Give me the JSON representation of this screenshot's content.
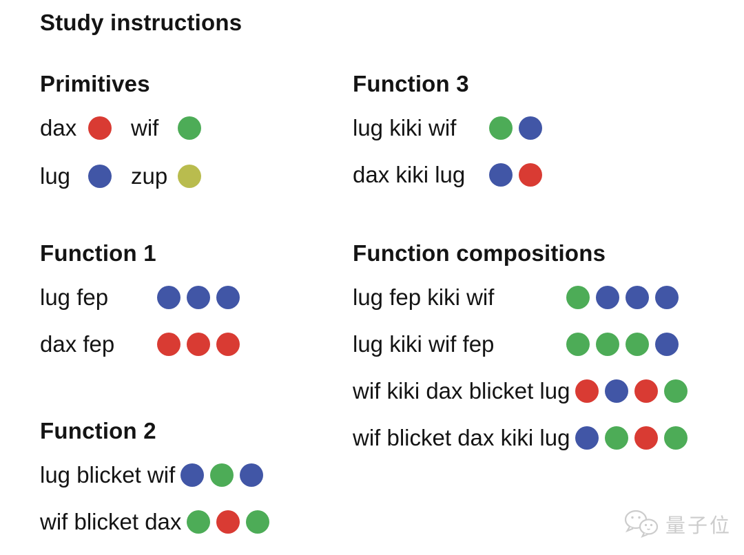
{
  "header": {
    "title": "Study instructions"
  },
  "colors": {
    "red": "#d93b33",
    "green": "#4dac57",
    "blue": "#4156a6",
    "olive": "#b9bc4e",
    "watermark": "#cccccc"
  },
  "sections": {
    "primitives": {
      "heading": "Primitives",
      "pairs": [
        {
          "label": "dax",
          "dot": "red"
        },
        {
          "label": "wif",
          "dot": "green"
        },
        {
          "label": "lug",
          "dot": "blue"
        },
        {
          "label": "zup",
          "dot": "olive"
        }
      ]
    },
    "function1": {
      "heading": "Function 1",
      "rows": [
        {
          "label": "lug fep",
          "dots": [
            "blue",
            "blue",
            "blue"
          ]
        },
        {
          "label": "dax fep",
          "dots": [
            "red",
            "red",
            "red"
          ]
        }
      ]
    },
    "function2": {
      "heading": "Function 2",
      "rows": [
        {
          "label": "lug blicket wif",
          "dots": [
            "blue",
            "green",
            "blue"
          ]
        },
        {
          "label": "wif blicket dax",
          "dots": [
            "green",
            "red",
            "green"
          ]
        }
      ]
    },
    "function3": {
      "heading": "Function 3",
      "rows": [
        {
          "label": "lug kiki wif",
          "dots": [
            "green",
            "blue"
          ]
        },
        {
          "label": "dax kiki lug",
          "dots": [
            "blue",
            "red"
          ]
        }
      ]
    },
    "compositions": {
      "heading": "Function compositions",
      "rows": [
        {
          "label": "lug fep kiki wif",
          "dots": [
            "green",
            "blue",
            "blue",
            "blue"
          ]
        },
        {
          "label": "lug kiki wif fep",
          "dots": [
            "green",
            "green",
            "green",
            "blue"
          ]
        },
        {
          "label": "wif kiki dax blicket lug",
          "dots": [
            "red",
            "blue",
            "red",
            "green"
          ]
        },
        {
          "label": "wif blicket dax kiki lug",
          "dots": [
            "blue",
            "green",
            "red",
            "green"
          ]
        }
      ]
    }
  },
  "watermark": {
    "label": "量子位",
    "icon": "wechat-icon"
  }
}
